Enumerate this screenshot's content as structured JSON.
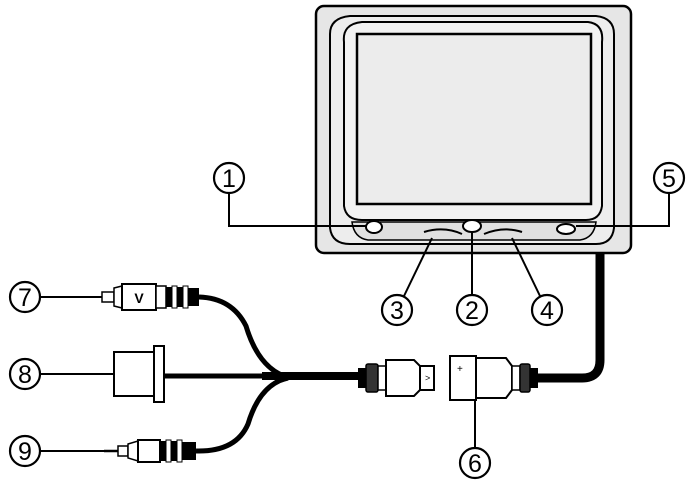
{
  "callouts": [
    {
      "id": "1",
      "label": "1"
    },
    {
      "id": "2",
      "label": "2"
    },
    {
      "id": "3",
      "label": "3"
    },
    {
      "id": "4",
      "label": "4"
    },
    {
      "id": "5",
      "label": "5"
    },
    {
      "id": "6",
      "label": "6"
    },
    {
      "id": "7",
      "label": "7"
    },
    {
      "id": "8",
      "label": "8"
    },
    {
      "id": "9",
      "label": "9"
    }
  ],
  "rca_connector_mark": "V",
  "colors": {
    "line": "#000000",
    "background": "#ffffff",
    "monitor_gray": "#e6e6e6",
    "screen_gray": "#ececec"
  }
}
